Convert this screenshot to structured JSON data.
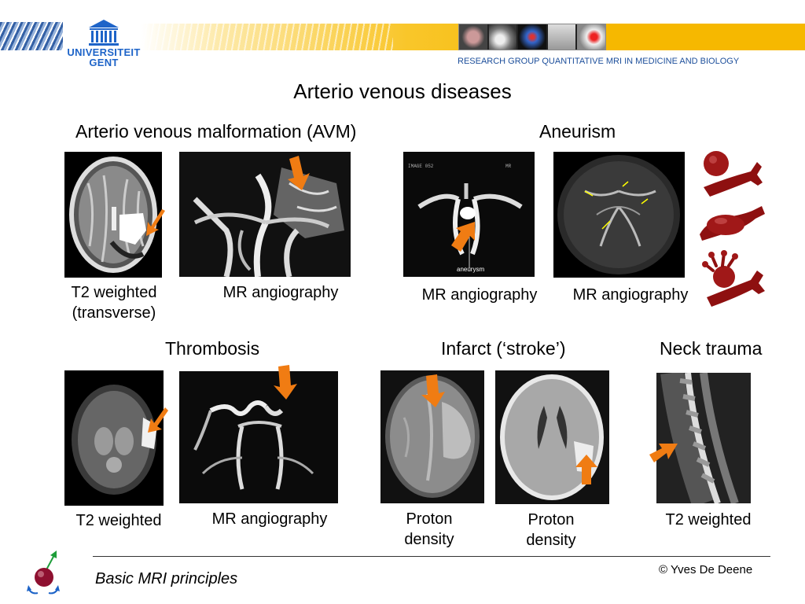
{
  "header": {
    "university_line1": "UNIVERSITEIT",
    "university_line2": "GENT",
    "research_group": "RESEARCH GROUP  QUANTITATIVE MRI IN MEDICINE AND BIOLOGY"
  },
  "title": "Arterio venous diseases",
  "sections": {
    "avm": {
      "heading": "Arterio venous malformation (AVM)",
      "caption1": "T2 weighted\n(transverse)",
      "caption2": "MR angiography"
    },
    "aneurism": {
      "heading": "Aneurism",
      "caption1": "MR angiography",
      "caption2": "MR angiography",
      "image_label": "aneurysm"
    },
    "thrombosis": {
      "heading": "Thrombosis",
      "caption1": "T2 weighted",
      "caption2": "MR angiography"
    },
    "infarct": {
      "heading": "Infarct (‘stroke’)",
      "caption1": "Proton\ndensity",
      "caption2": "Proton\ndensity"
    },
    "neck": {
      "heading": "Neck trauma",
      "caption1": "T2 weighted"
    }
  },
  "footer": {
    "left": "Basic MRI principles",
    "right": "© Yves De Deene"
  },
  "colors": {
    "arrow": "#f07c13",
    "brand_blue": "#1e64c8",
    "band_yellow": "#f6b800",
    "vessel_red": "#8e1010"
  }
}
